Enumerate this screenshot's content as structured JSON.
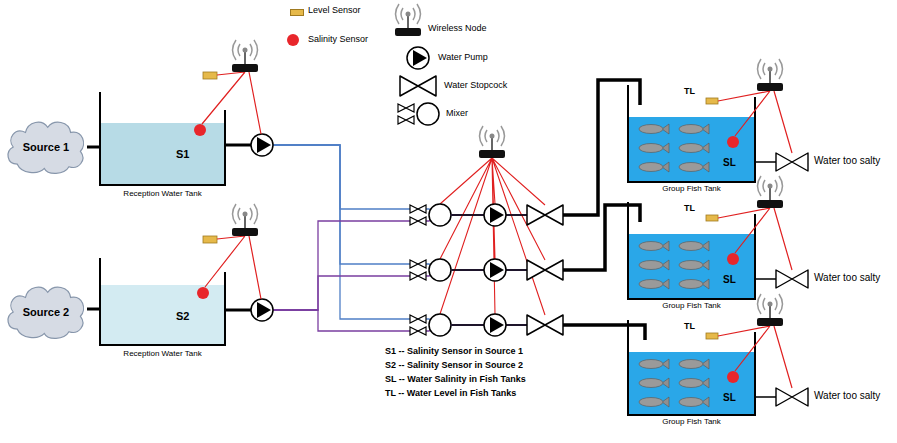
{
  "diagram": {
    "nodes": [
      {
        "text": [
          "Source 1"
        ]
      },
      {
        "text": [
          "Reception Water Tank",
          "S1"
        ]
      },
      {
        "text": [
          "Source 2"
        ]
      },
      {
        "text": [
          "Reception Water Tank",
          "S2"
        ]
      },
      {
        "text": [
          "TL",
          "SL",
          "Group Fish Tank"
        ]
      },
      {
        "text": [
          "TL",
          "SL",
          "Group Fish Tank"
        ]
      },
      {
        "text": [
          "TL",
          "SL",
          "Group Fish Tank"
        ]
      }
    ],
    "edges": [
      {
        "from": 0,
        "to": 1,
        "arrow": "none"
      },
      {
        "from": 2,
        "to": 3,
        "arrow": "none"
      },
      {
        "from": 1,
        "to": 4,
        "arrow": "none"
      },
      {
        "from": 1,
        "to": 5,
        "arrow": "none"
      },
      {
        "from": 1,
        "to": 6,
        "arrow": "none"
      },
      {
        "from": 3,
        "to": 4,
        "arrow": "none"
      },
      {
        "from": 3,
        "to": 5,
        "arrow": "none"
      },
      {
        "from": 3,
        "to": 6,
        "arrow": "none"
      }
    ],
    "labels": [
      "S1 -- Salinity Sensor in Source 1",
      "S2 -- Salinity Sensor in Source 2",
      "SL -- Water Salinity in Fish Tanks",
      "TL -- Water Level in Fish Tanks",
      "Water too salty",
      "Water too salty",
      "Water too salty"
    ],
    "legend": [
      {
        "text": "Level Sensor",
        "color": "#e6b94a"
      },
      {
        "text": "Salinity Sensor",
        "color": "#e8262b"
      },
      {
        "text": "Wireless Node"
      },
      {
        "text": "Water Pump"
      },
      {
        "text": "Water Stopcock"
      },
      {
        "text": "Mixer"
      }
    ]
  }
}
